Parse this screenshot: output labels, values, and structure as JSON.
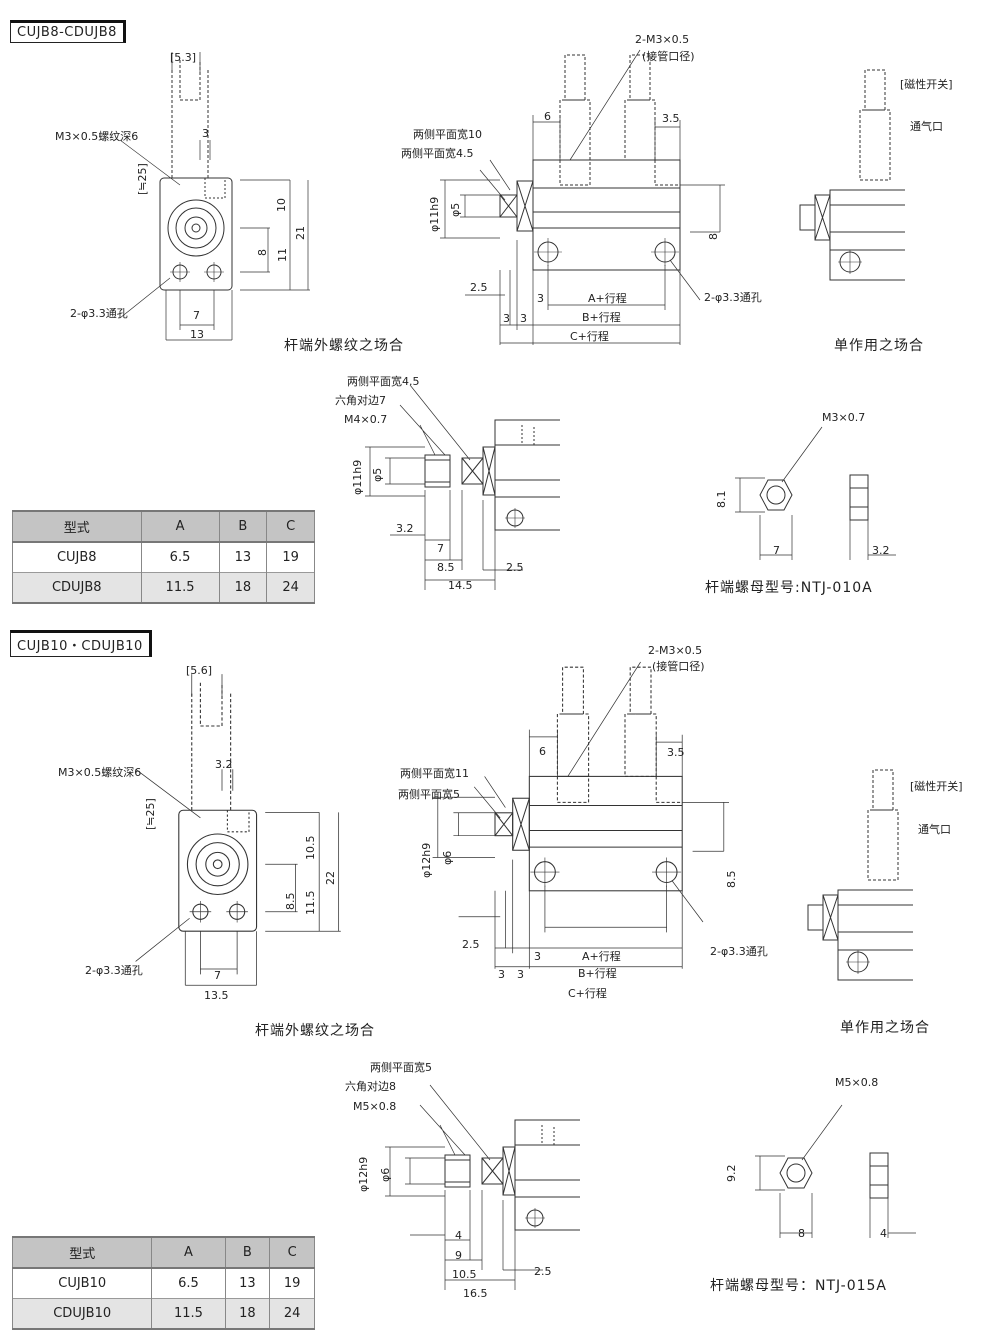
{
  "sections": [
    {
      "title": "CUJB8-CDUJB8",
      "front": {
        "rod_len": "[5.3]",
        "thread": "M3×0.5螺纹深6",
        "d3": "3",
        "approx25": "[≒25]",
        "d10": "10",
        "d21": "21",
        "d8": "8",
        "d11": "11",
        "holes": "2-φ3.3通孔",
        "d7": "7",
        "d13": "13",
        "caption": "杆端外螺纹之场合"
      },
      "side": {
        "port": "2-M3×0.5",
        "port_note": "(接管口径)",
        "d6": "6",
        "d35": "3.5",
        "flat10": "两侧平面宽10",
        "flat45": "两侧平面宽4.5",
        "phi_h9": "φ11h9",
        "phi_rod": "φ5",
        "d8": "8",
        "d25": "2.5",
        "d3a": "3",
        "a_stroke": "A+行程",
        "holes": "2-φ3.3通孔",
        "d3b": "3",
        "d3c": "3",
        "b_stroke": "B+行程",
        "c_stroke": "C+行程"
      },
      "single": {
        "switch": "[磁性开关]",
        "vent": "通气口",
        "caption": "单作用之场合"
      },
      "rodend": {
        "flat": "两侧平面宽4.5",
        "hex": "六角对边7",
        "thread": "M4×0.7",
        "phi_h9": "φ11h9",
        "phi_rod": "φ5",
        "d32": "3.2",
        "d7": "7",
        "d85": "8.5",
        "d25": "2.5",
        "d145": "14.5"
      },
      "nut": {
        "thread": "M3×0.7",
        "d81": "8.1",
        "d7": "7",
        "d32": "3.2",
        "caption": "杆端螺母型号:NTJ-010A"
      },
      "table": {
        "headers": [
          "型式",
          "A",
          "B",
          "C"
        ],
        "rows": [
          [
            "CUJB8",
            "6.5",
            "13",
            "19"
          ],
          [
            "CDUJB8",
            "11.5",
            "18",
            "24"
          ]
        ]
      }
    },
    {
      "title": "CUJB10・CDUJB10",
      "front": {
        "rod_len": "[5.6]",
        "thread": "M3×0.5螺纹深6",
        "d3": "3.2",
        "approx25": "[≒25]",
        "d10": "10.5",
        "d21": "22",
        "d8": "8.5",
        "d11": "11.5",
        "holes": "2-φ3.3通孔",
        "d7": "7",
        "d13": "13.5",
        "caption": "杆端外螺纹之场合"
      },
      "side": {
        "port": "2-M3×0.5",
        "port_note": "(接管口径)",
        "d6": "6",
        "d35": "3.5",
        "flat10": "两侧平面宽11",
        "flat45": "两侧平面宽5",
        "phi_h9": "φ12h9",
        "phi_rod": "φ6",
        "d8": "8.5",
        "d25": "2.5",
        "d3a": "3",
        "a_stroke": "A+行程",
        "holes": "2-φ3.3通孔",
        "d3b": "3",
        "d3c": "3",
        "b_stroke": "B+行程",
        "c_stroke": "C+行程"
      },
      "single": {
        "switch": "[磁性开关]",
        "vent": "通气口",
        "caption": "单作用之场合"
      },
      "rodend": {
        "flat": "两侧平面宽5",
        "hex": "六角对边8",
        "thread": "M5×0.8",
        "phi_h9": "φ12h9",
        "phi_rod": "φ6",
        "d4": "4",
        "d9": "9",
        "d105": "10.5",
        "d25": "2.5",
        "d165": "16.5"
      },
      "nut": {
        "thread": "M5×0.8",
        "d92": "9.2",
        "d8": "8",
        "d4": "4",
        "caption": "杆端螺母型号：NTJ-015A"
      },
      "table": {
        "headers": [
          "型式",
          "A",
          "B",
          "C"
        ],
        "rows": [
          [
            "CUJB10",
            "6.5",
            "13",
            "19"
          ],
          [
            "CDUJB10",
            "11.5",
            "18",
            "24"
          ]
        ]
      }
    }
  ]
}
